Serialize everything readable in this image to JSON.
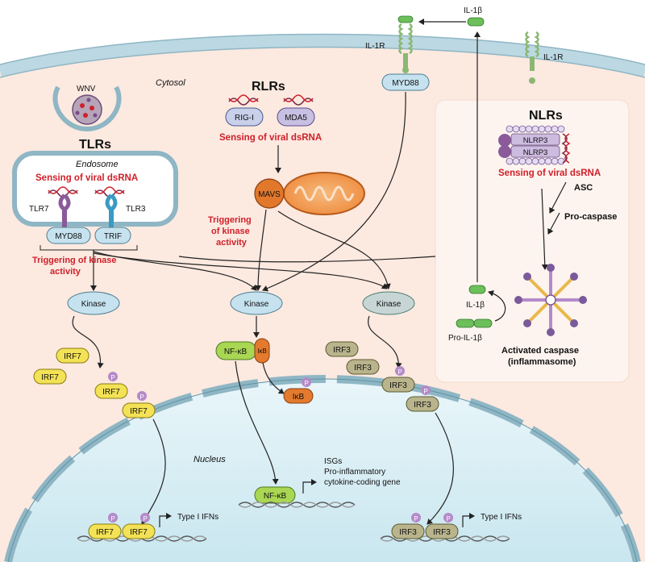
{
  "labels": {
    "wnv": "WNV",
    "cytosol": "Cytosol",
    "nucleus": "Nucleus",
    "tlrs": "TLRs",
    "rlrs": "RLRs",
    "nlrs": "NLRs",
    "endosome": "Endosome",
    "sensing_tlr": "Sensing of viral dsRNA",
    "sensing_rlr": "Sensing of viral dsRNA",
    "sensing_nlr": "Sensing of viral dsRNA",
    "triggering_tlr": [
      "Triggering of kinase",
      "activity"
    ],
    "triggering_rlr": [
      "Triggering",
      "of kinase",
      "activity"
    ],
    "il1r_top": "IL-1R",
    "il1r_right": "IL-1R",
    "il1b_top": "IL-1β",
    "il1b_mid": "IL-1β",
    "pro_il1b": "Pro-IL-1β",
    "asc": "ASC",
    "pro_caspase": "Pro-caspase",
    "activated_caspase": [
      "Activated caspase",
      "(inflammasome)"
    ],
    "isgs": [
      "ISGs",
      "Pro-inflammatory",
      "cytokine-coding gene"
    ],
    "type1_left": "Type I IFNs",
    "type1_right": "Type I IFNs"
  },
  "proteins": {
    "tlr7": "TLR7",
    "tlr3": "TLR3",
    "myd88_endo": "MYD88",
    "trif": "TRIF",
    "myd88_top": "MYD88",
    "rig1": "RIG-I",
    "mda5": "MDA5",
    "mavs": "MAVS",
    "nlrp3_a": "NLRP3",
    "nlrp3_b": "NLRP3",
    "kinase1": "Kinase",
    "kinase2": "Kinase",
    "kinase3": "Kinase",
    "irf7_a": "IRF7",
    "irf7_b": "IRF7",
    "irf7_c": "IRF7",
    "irf7_d": "IRF7",
    "irf7_n1": "IRF7",
    "irf7_n2": "IRF7",
    "nfkb": "NF-κB",
    "ikb": "IκB",
    "ikb_free": "IκB",
    "nfkb_nuc": "NF-κB",
    "irf3_a": "IRF3",
    "irf3_b": "IRF3",
    "irf3_c": "IRF3",
    "irf3_d": "IRF3",
    "irf3_n1": "IRF3",
    "irf3_n2": "IRF3",
    "phospho": "P"
  },
  "colors": {
    "cytosol": "#fce9e0",
    "membrane": "#bcd8e2",
    "nucleus": "#d7eef5",
    "kinase_blue": "#c6e2ef",
    "kinase_grey": "#c7d6d4",
    "irf7": "#f3e255",
    "irf3": "#b9b48c",
    "nfkb": "#a9d653",
    "ikb": "#e37a2e",
    "mavs": "#e1782b",
    "mito": "#f29a52",
    "phospho": "#b48ac9",
    "red_text": "#d0202a",
    "il1": "#6cbf5a"
  }
}
